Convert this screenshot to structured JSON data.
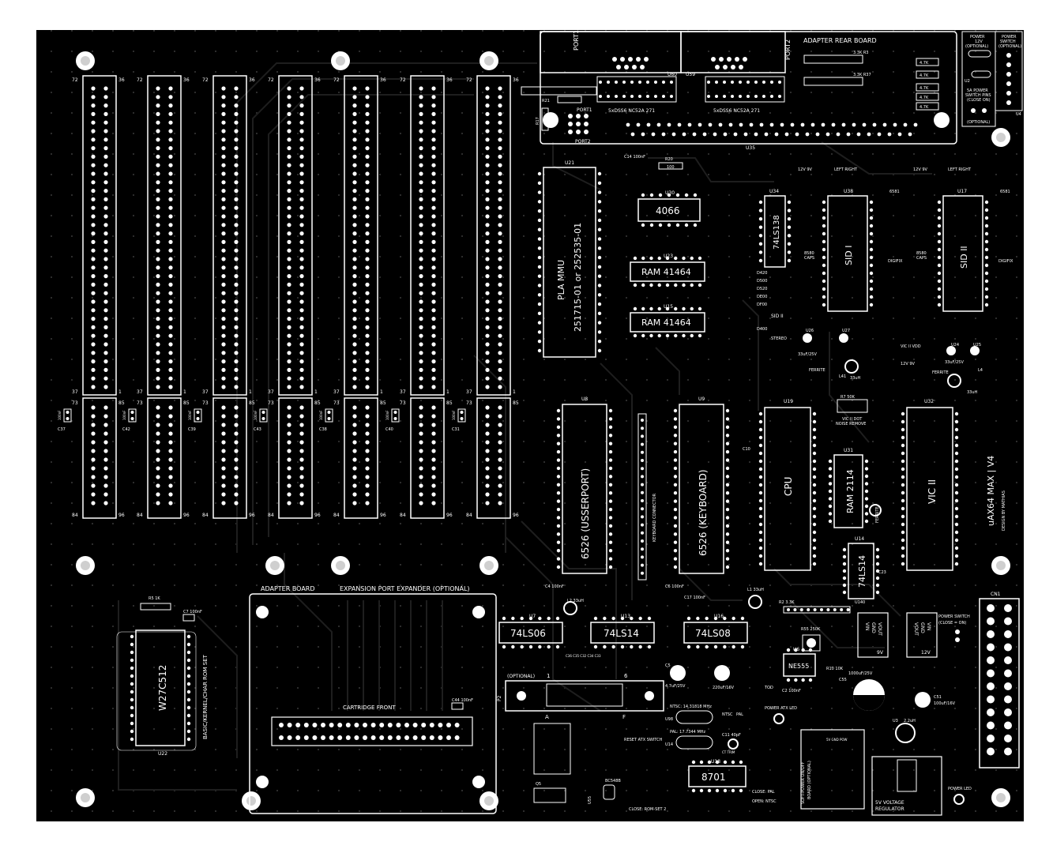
{
  "colors": {
    "board": "#000000",
    "trace": "#1a1a1a",
    "silkscreen": "#ffffff",
    "pad": "#ffffff",
    "background": "#ffffff"
  },
  "board_title": "uAX64 MAX | V4",
  "board_credit": "DESIGN BY MATHIAS",
  "slot_labels": {
    "tl": "72",
    "tr": "36",
    "ml": "37",
    "mr": "1",
    "cl": "73",
    "cr": "85",
    "bl": "84",
    "br": "96"
  },
  "slot_caps": [
    "C37",
    "C42",
    "C39",
    "C43",
    "C38",
    "C40",
    "C31"
  ],
  "cap_value": "100nF",
  "adapter_rear": {
    "title": "ADAPTER REAR BOARD",
    "port1": "PORT1",
    "port2": "PORT2",
    "u60": "U60",
    "u59": "U59",
    "chip_left": "5xDSS6 NC52A 271",
    "chip_right": "5xDSS6 NC52A 271",
    "r3": "3.3K  R3",
    "r37": "3.3K  R37",
    "u35": "U35",
    "r21": "R21",
    "r17": "R17",
    "port1_small": "PORT1",
    "port2_small": "PORT2",
    "res_values": [
      "4.7K",
      "4.7K",
      "4.7K",
      "4.7K",
      "4.7K"
    ]
  },
  "power_top": {
    "p12": "POWER",
    "p12b": "12V",
    "p12c": "(OPTIONAL)",
    "psw": "POWER",
    "psw2": "SWITCH",
    "psw3": "(OPTIONAL)",
    "u2": "U2",
    "pins": "5A POWER",
    "pins2": "SWITCH PINS",
    "pins3": "(CLOSE ON)",
    "opt": "(OPTIONAL)",
    "u4": "U4"
  },
  "chips": {
    "u21_ref": "U21",
    "u21_a": "PLA MMU",
    "u21_b": "251715-01 or 252535-01",
    "u30_ref": "U30",
    "u30": "4066",
    "u23_ref": "U23",
    "u23": "RAM 41464",
    "u15_ref": "U15",
    "u15": "RAM 41464",
    "u34_ref": "U34",
    "u34": "74LS138",
    "u38_ref": "U38",
    "u38": "SID I",
    "u17_ref": "U17",
    "u17": "SID II",
    "u8_ref": "U8",
    "u8": "6526  (USSERPORT)",
    "u9_ref": "U9",
    "u9": "6526  (KEYBOARD)",
    "u19_ref": "U19",
    "u19": "CPU",
    "u31_ref": "U31",
    "u31": "RAM 2114",
    "u32_ref": "U32",
    "u32": "VIC II",
    "u14_ref": "U14",
    "u14": "74LS14",
    "u7_ref": "U7",
    "u7": "74LS06",
    "u13_ref": "U13",
    "u13": "74LS14",
    "u16_ref": "U16",
    "u16": "74LS08",
    "u22_ref": "U22",
    "u22": "W27C512",
    "u18_ref": "U18",
    "u18": "8701",
    "u6_ref": "U6",
    "u6": "NE555"
  },
  "labels": {
    "kbd_conn": "KEYBOARD CONNECTOR",
    "rom_set": "BASIC/KERNEL/CHAR ROM SET",
    "r5": "R5  1K",
    "c7": "C7  100nF",
    "adapter_board": "ADAPTER BOARD",
    "expander": "EXPANSION PORT EXPANDER  (OPTIONAL)",
    "cart_front": "CARTRIDGE FRONT",
    "c44": "C44  100nF",
    "optional": "(OPTIONAL)",
    "p2": "P2",
    "pin1": "1",
    "pin6": "6",
    "pinA": "A",
    "pinF": "F",
    "jp1": "12V    9V",
    "jp3": "LEFT  RIGHT",
    "jp2": "12V    9V",
    "jp6": "LEFT  RIGHT",
    "addr": [
      "D420",
      "D500",
      "D520",
      "DE00",
      "DF00",
      "D400"
    ],
    "sid2": "SID II",
    "stereo": "STEREO",
    "caps8580_a": "8580",
    "caps8580_b": "CAPS",
    "digifix": "DIGIFIX",
    "sid6581": "6581",
    "vic_vdd": "VIC II VDD",
    "vic_vdd2": "12V     9V",
    "ferrite": "FERRITE",
    "r7": "R7      50K",
    "vic_dot": "VIC II DOT",
    "noise": "NOISE REMOVE",
    "cn1": "CN1",
    "psw_close": "POWER SWITCH",
    "psw_close2": "(CLOSE = ON)",
    "u37_v": "9V",
    "u36_v": "12V",
    "vin": "VIN",
    "gnd": "GND",
    "vout": "VOUT",
    "r55": "R55  250K",
    "tod": "TOD",
    "power_atx": "POWER ATX LED",
    "c55": "C55",
    "c55v": "1000uF/25V",
    "c51": "C51",
    "c51v": "100uF/16V",
    "ntsc_x": "NTSC: 14.31818 MHz",
    "pal_x": "PAL: 17.7344 MHz",
    "ntsc": "NTSC",
    "pal": "PAL",
    "close_pal": "CLOSE: PAL",
    "open_ntsc": "OPEN: NTSC",
    "soft_power": "SOFT-POWER ON/OFF",
    "soft_power2": "BOARD (OPTIONAL)",
    "sv_gnd": "5V GND POW",
    "reg": "5V VOLTAGE",
    "reg2": "REGULATOR",
    "power_led": "POWER LED",
    "reset_atx": "RESET ATX SWITCH",
    "close_rom": "CLOSE: ROM-SET 2",
    "u98": "U98",
    "u14b": "U14",
    "l1": "L1  33uH",
    "l2": "L2  33uH",
    "c4": "C4  100nF",
    "c6": "C6  100nF",
    "c17": "C17  100nF",
    "c14": "C14  100nF",
    "r20": "R20",
    "r20v": "100",
    "c10": "C10",
    "c23": "C23",
    "u140": "U140",
    "r2": "R2  3.3K",
    "r10": "R10  10K",
    "c5": "C5",
    "c5v": "4.7uF/25V",
    "c9v": "220uF/16V",
    "u26": "U26",
    "u27": "U27",
    "u24": "U24",
    "u25": "U25",
    "cap33": "33uF/25V",
    "c2": "C2  100nF",
    "c11": "C11  40pF",
    "ct": "CT TRIM",
    "q5": "Q5",
    "u55": "U55",
    "bc": "BC548B",
    "u3": "U3",
    "l22": "2.2uH",
    "l4": "L4",
    "l41": "L41",
    "l4v": "33uH",
    "cap1": "C36 C35  C32 C34 C33"
  }
}
